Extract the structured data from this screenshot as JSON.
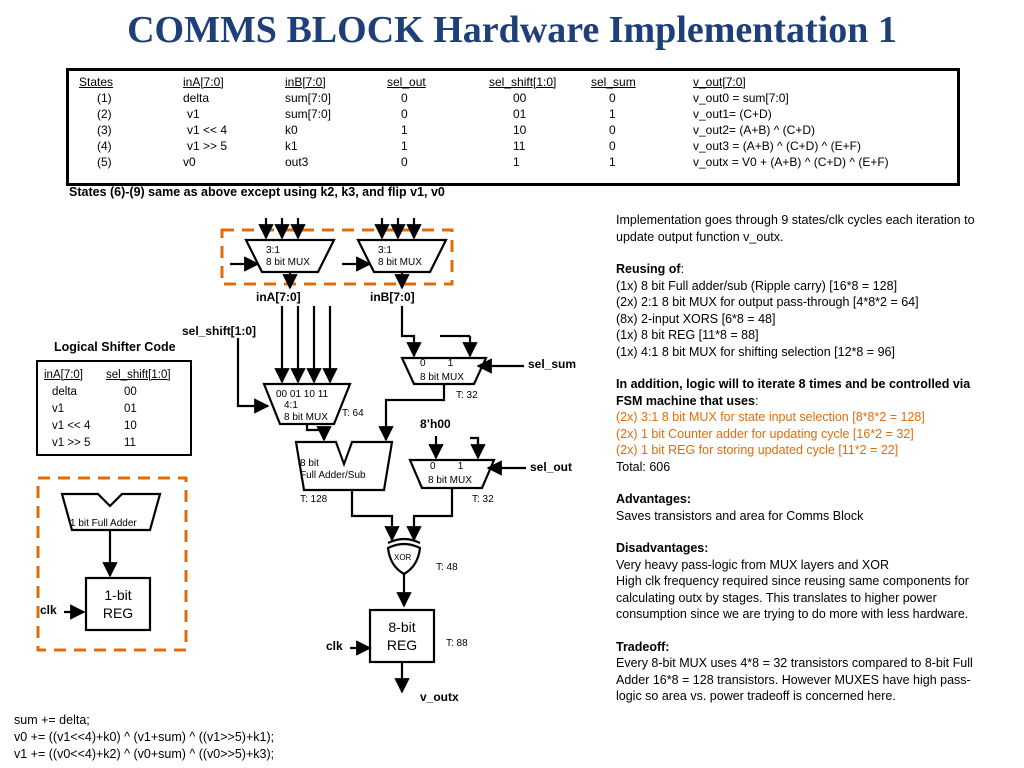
{
  "title": "COMMS BLOCK Hardware Implementation 1",
  "state_table": {
    "headers": [
      "States",
      "inA[7:0]",
      "inB[7:0]",
      "sel_out",
      "sel_shift[1:0]",
      "sel_sum",
      "v_out[7:0]"
    ],
    "rows": [
      [
        "(1)",
        "delta",
        "sum[7:0]",
        "0",
        "00",
        "0",
        "v_out0 = sum[7:0]"
      ],
      [
        "(2)",
        "v1",
        "sum[7:0]",
        "0",
        "01",
        "1",
        "v_out1= (C+D)"
      ],
      [
        "(3)",
        "v1 << 4",
        "k0",
        "1",
        "10",
        "0",
        "v_out2= (A+B) ^ (C+D)"
      ],
      [
        "(4)",
        "v1 >> 5",
        "k1",
        "1",
        "11",
        "0",
        "v_out3 = (A+B) ^ (C+D) ^ (E+F)"
      ],
      [
        "(5)",
        "v0",
        "out3",
        "0",
        "1",
        "1",
        "v_outx = V0 + (A+B) ^ (C+D) ^ (E+F)"
      ]
    ]
  },
  "states_note": "States (6)-(9) same as above except using k2, k3, and flip v1, v0",
  "diagram": {
    "mux_a_label": "3:1\n8 bit MUX",
    "mux_b_label": "3:1\n8 bit MUX",
    "ina_label": "inA[7:0]",
    "inb_label": "inB[7:0]",
    "sel_shift_label": "sel_shift[1:0]",
    "shift_mux_inputs": "00  01  10  11",
    "shift_mux_label": "4:1\n8 bit MUX",
    "shift_mux_t": "T: 64",
    "sum_mux_inputs": "0        1",
    "sum_mux_label": "8 bit MUX",
    "sum_mux_t": "T: 32",
    "sel_sum_label": "sel_sum",
    "const_label": "8’h00",
    "adder_label": "8 bit\nFull Adder/Sub",
    "adder_t": "T: 128",
    "out_mux_inputs": "0        1",
    "out_mux_label": "8 bit MUX",
    "out_mux_t": "T: 32",
    "sel_out_label": "sel_out",
    "xor_label": "XOR",
    "xor_t": "T: 48",
    "reg_label": "8-bit\nREG",
    "reg_t": "T: 88",
    "clk_label": "clk",
    "vout_label": "v_outx"
  },
  "logical_shifter": {
    "title": "Logical Shifter Code",
    "headers": [
      "inA[7:0]",
      "sel_shift[1:0]"
    ],
    "rows": [
      [
        "delta",
        "00"
      ],
      [
        "v1",
        "01"
      ],
      [
        "v1 << 4",
        "10"
      ],
      [
        "v1 >> 5",
        "11"
      ]
    ]
  },
  "counter_block": {
    "adder_label": "1 bit  Full Adder",
    "reg_label": "1-bit\nREG",
    "clk_label": "clk"
  },
  "side_text": {
    "intro": "Implementation goes through 9 states/clk cycles each iteration to update output function v_outx.",
    "reusing_heading": "Reusing of",
    "reusing_items": [
      "(1x) 8 bit Full adder/sub (Ripple carry) [16*8 = 128]",
      "(2x) 2:1 8 bit MUX for output pass-through [4*8*2 = 64]",
      "(8x) 2-input XORS [6*8 = 48]",
      "(1x) 8 bit REG [11*8 = 88]",
      "(1x) 4:1 8 bit MUX for shifting selection [12*8 = 96]"
    ],
    "addition_heading": "In addition, logic will to iterate 8 times and be controlled via FSM machine that uses",
    "addition_items": [
      "(2x) 3:1 8 bit MUX for state input selection [8*8*2 = 128]",
      "(2x) 1 bit Counter adder for updating cycle [16*2 = 32]",
      "(2x) 1 bit REG for storing updated cycle [11*2 = 22]"
    ],
    "total": "Total: 606",
    "advantages_heading": "Advantages:",
    "advantages_text": "Saves transistors and area for Comms Block",
    "disadvantages_heading": "Disadvantages:",
    "disadvantages_lines": [
      "Very heavy pass-logic from MUX layers and XOR",
      "High clk frequency required since reusing same components for calculating outx by stages. This translates to higher power consumption since we are trying to do more with less hardware."
    ],
    "tradeoff_heading": "Tradeoff:",
    "tradeoff_text": "Every 8-bit MUX uses 4*8 = 32 transistors compared to 8-bit Full Adder 16*8 = 128 transistors. However MUXES have high pass-logic so area vs. power tradeoff is concerned here."
  },
  "code_lines": [
    "sum += delta;",
    "v0 += ((v1<<4)+k0) ^ (v1+sum) ^ ((v1>>5)+k1);",
    "v1 += ((v0<<4)+k2) ^ (v0+sum) ^ ((v0>>5)+k3);"
  ],
  "colors": {
    "title": "#1f3f79",
    "dashed_box": "#e36c0a",
    "fsm_text": "#e36c0a"
  }
}
